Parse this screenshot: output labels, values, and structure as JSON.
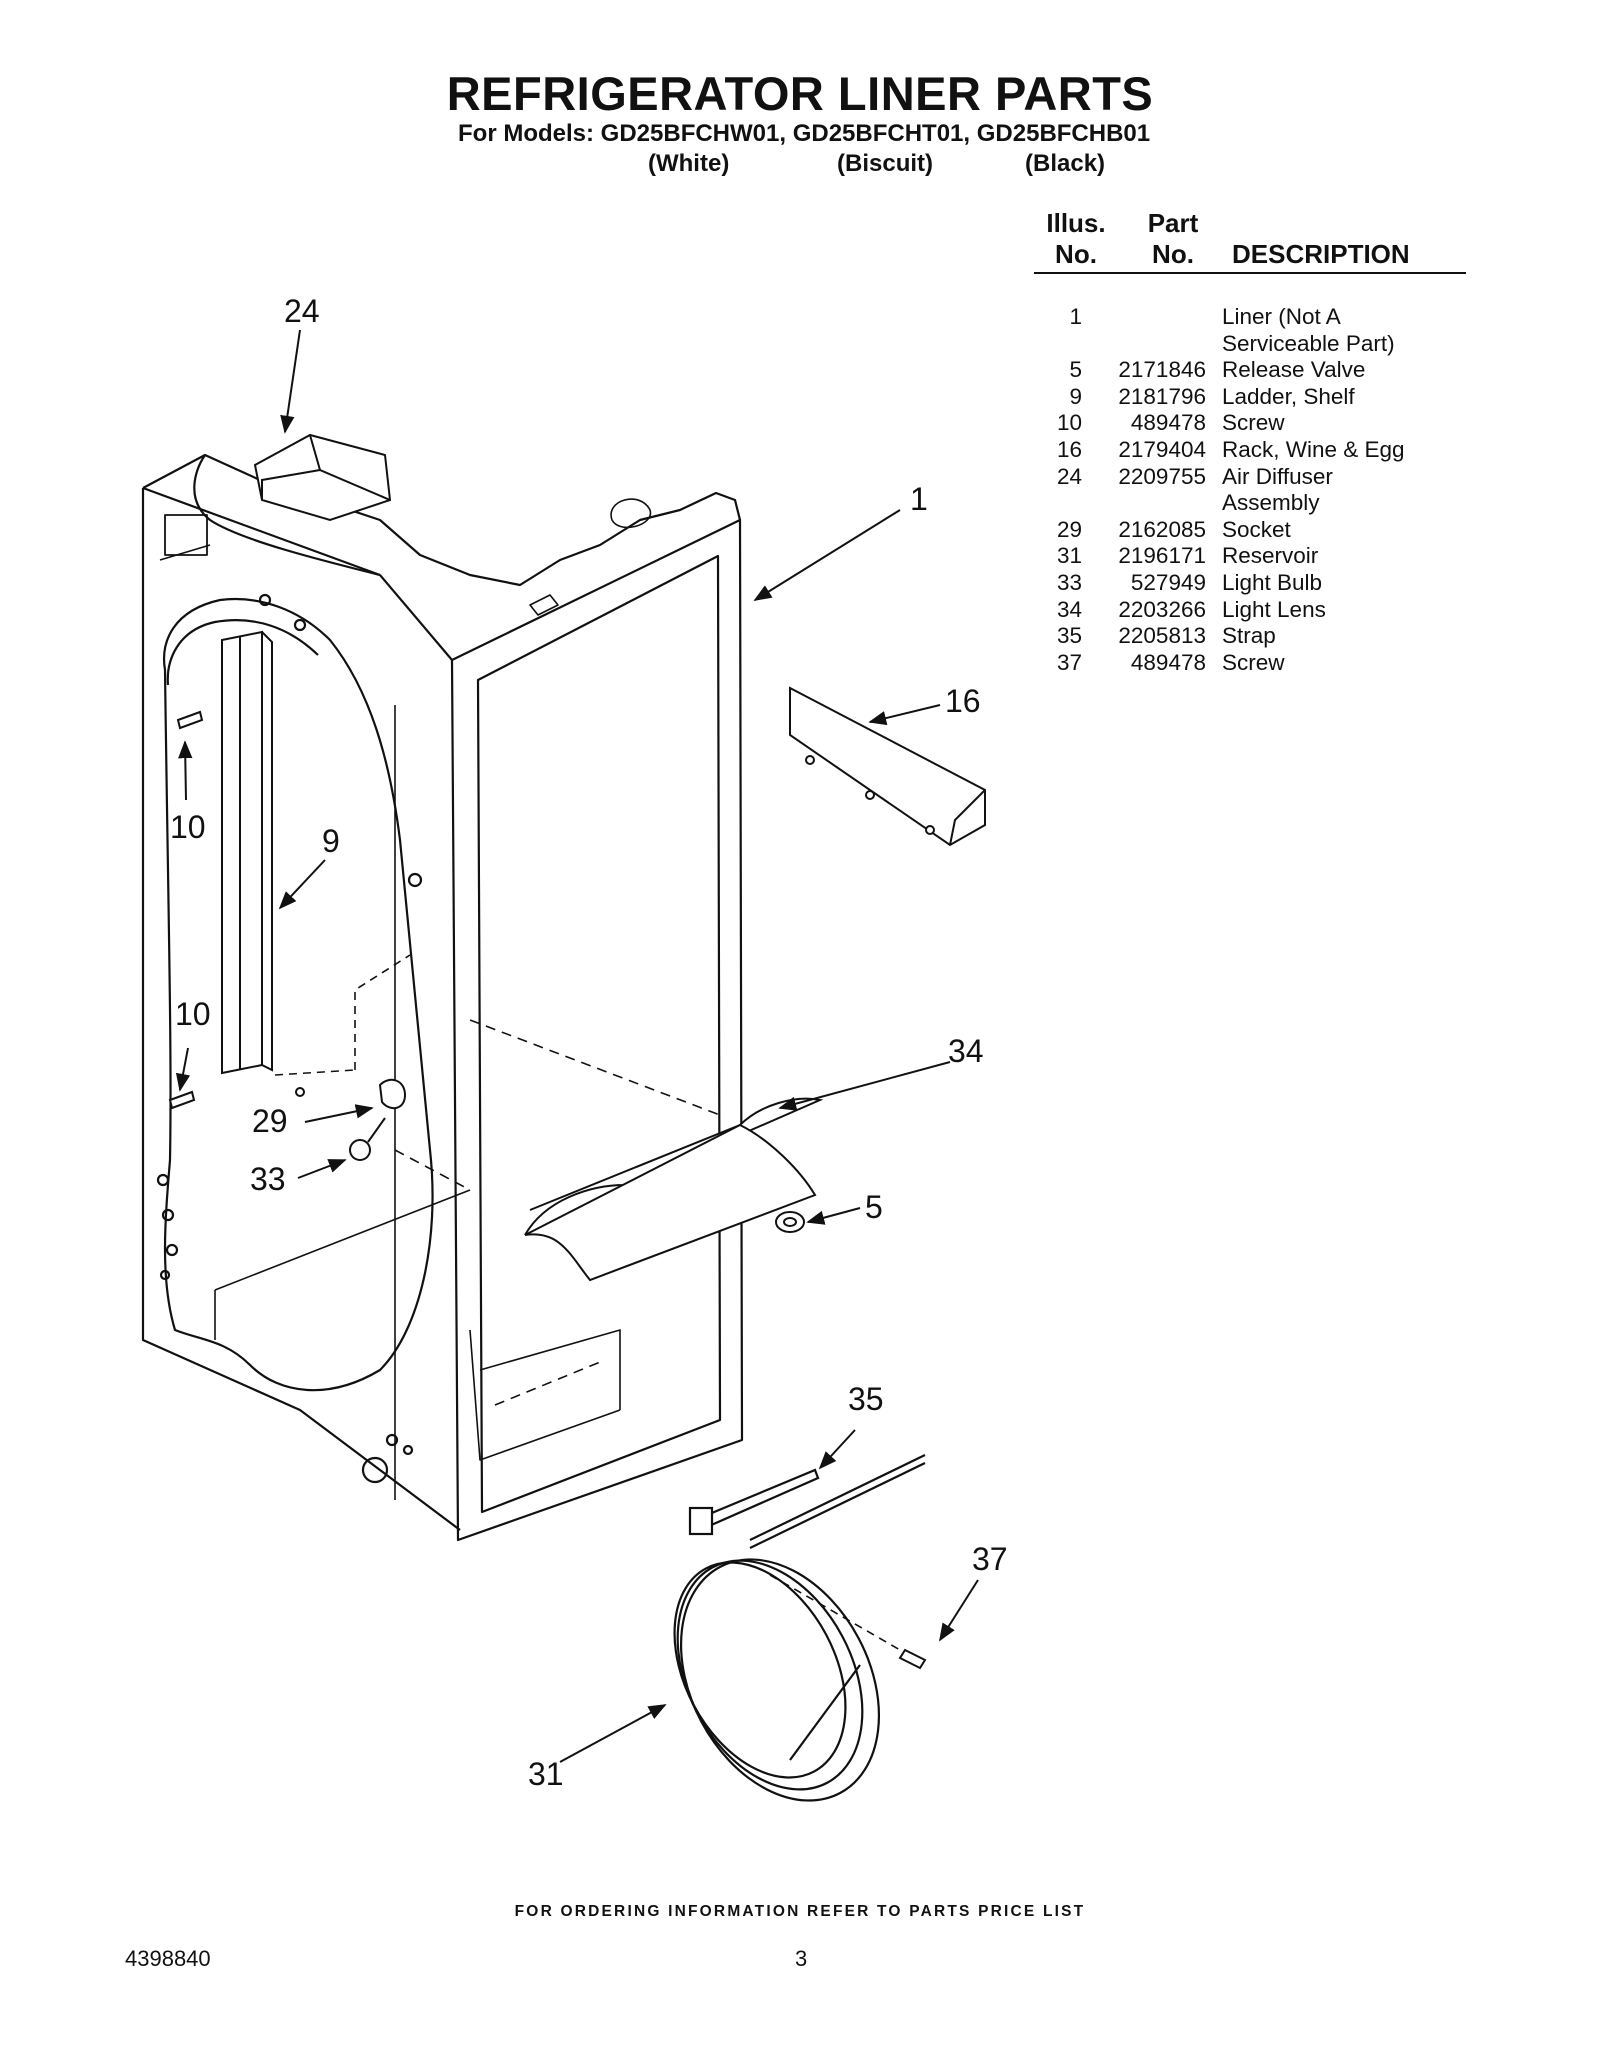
{
  "title": "REFRIGERATOR LINER PARTS",
  "models_line": "For Models: GD25BFCHW01, GD25BFCHT01, GD25BFCHB01",
  "colors": [
    "(White)",
    "(Biscuit)",
    "(Black)"
  ],
  "table": {
    "header_illus_1": "Illus.",
    "header_illus_2": "No.",
    "header_part_1": "Part",
    "header_part_2": "No.",
    "header_desc": "DESCRIPTION",
    "rows": [
      {
        "illus": "1",
        "part": "",
        "desc": "Liner (Not A"
      },
      {
        "illus": "",
        "part": "",
        "desc": "Serviceable Part)"
      },
      {
        "illus": "5",
        "part": "2171846",
        "desc": "Release Valve"
      },
      {
        "illus": "9",
        "part": "2181796",
        "desc": "Ladder, Shelf"
      },
      {
        "illus": "10",
        "part": "489478",
        "desc": "Screw"
      },
      {
        "illus": "16",
        "part": "2179404",
        "desc": "Rack, Wine & Egg"
      },
      {
        "illus": "24",
        "part": "2209755",
        "desc": "Air Diffuser"
      },
      {
        "illus": "",
        "part": "",
        "desc": "Assembly"
      },
      {
        "illus": "29",
        "part": "2162085",
        "desc": "Socket"
      },
      {
        "illus": "31",
        "part": "2196171",
        "desc": "Reservoir"
      },
      {
        "illus": "33",
        "part": "527949",
        "desc": "Light Bulb"
      },
      {
        "illus": "34",
        "part": "2203266",
        "desc": "Light Lens"
      },
      {
        "illus": "35",
        "part": "2205813",
        "desc": "Strap"
      },
      {
        "illus": "37",
        "part": "489478",
        "desc": "Screw"
      }
    ]
  },
  "callouts": {
    "c24": "24",
    "c1": "1",
    "c16": "16",
    "c10a": "10",
    "c9": "9",
    "c10b": "10",
    "c34": "34",
    "c29": "29",
    "c33": "33",
    "c5": "5",
    "c35": "35",
    "c37": "37",
    "c31": "31"
  },
  "footer_note": "FOR ORDERING INFORMATION REFER TO PARTS PRICE LIST",
  "doc_number": "4398840",
  "page_number": "3"
}
